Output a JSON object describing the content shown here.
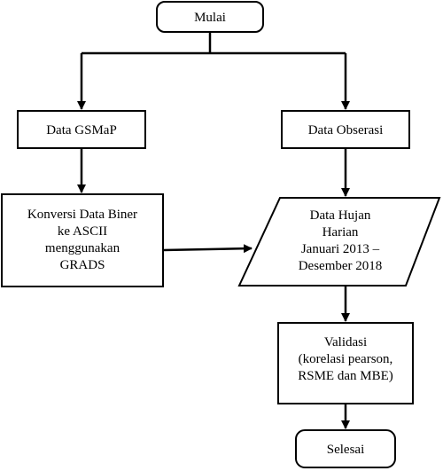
{
  "flowchart": {
    "start": {
      "label": "Mulai"
    },
    "gsmap": {
      "label": "Data GSMaP"
    },
    "observasi": {
      "label": "Data Obserasi"
    },
    "konversi": {
      "lines": [
        "Konversi Data Biner",
        "ke ASCII",
        "menggunakan",
        "GRADS"
      ]
    },
    "hujan": {
      "lines": [
        "Data Hujan",
        "Harian",
        "Januari 2013 –",
        "Desember 2018"
      ]
    },
    "validasi": {
      "lines": [
        "Validasi",
        "(korelasi pearson,",
        "RSME dan MBE)"
      ]
    },
    "end": {
      "label": "Selesai"
    }
  }
}
